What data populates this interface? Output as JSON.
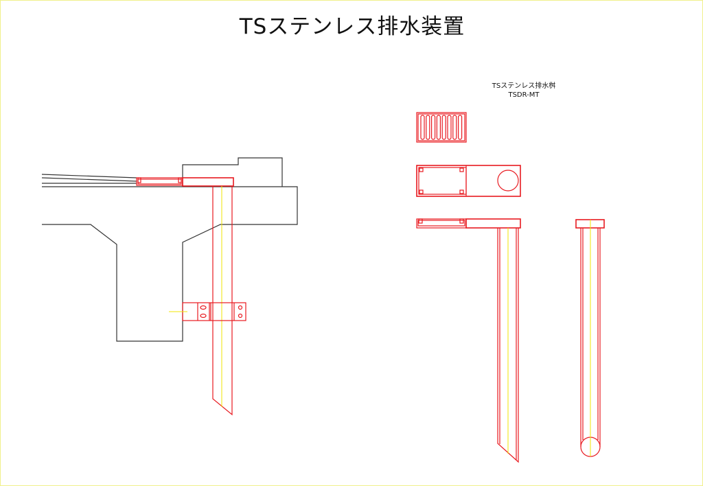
{
  "title": "TSステンレス排水装置",
  "product": {
    "name": "TSステンレス排水桝",
    "model": "TSDR-MT"
  },
  "colors": {
    "product_lines": "#e8191f",
    "structure_lines": "#333333",
    "center_lines": "#f2e600"
  }
}
